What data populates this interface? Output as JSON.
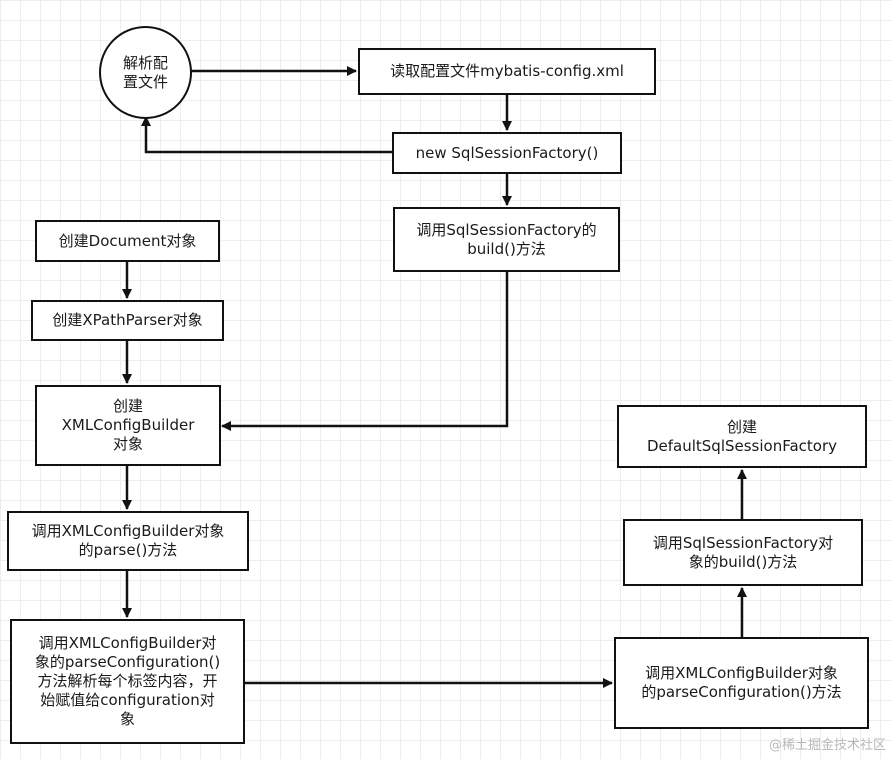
{
  "nodes": {
    "parse_config": "解析配\n置文件",
    "read_config": "读取配置文件mybatis-config.xml",
    "new_factory": "new SqlSessionFactory()",
    "call_build": "调用SqlSessionFactory的\nbuild()方法",
    "create_document": "创建Document对象",
    "create_xpath": "创建XPathParser对象",
    "create_xmlbuilder": "创建\nXMLConfigBuilder\n对象",
    "call_parse": "调用XMLConfigBuilder对象\n的parse()方法",
    "call_parseconfig_left": "调用XMLConfigBuilder对\n象的parseConfiguration()\n方法解析每个标签内容，开\n始赋值给configuration对\n象",
    "call_parseconfig_right": "调用XMLConfigBuilder对象\n的parseConfiguration()方法",
    "call_factory_build": "调用SqlSessionFactory对\n象的build()方法",
    "create_default": "创建\nDefaultSqlSessionFactory"
  },
  "watermark": "@稀土掘金技术社区",
  "colors": {
    "stroke": "#111111",
    "grid": "#eeeeee",
    "watermark": "#b8b8b8"
  }
}
